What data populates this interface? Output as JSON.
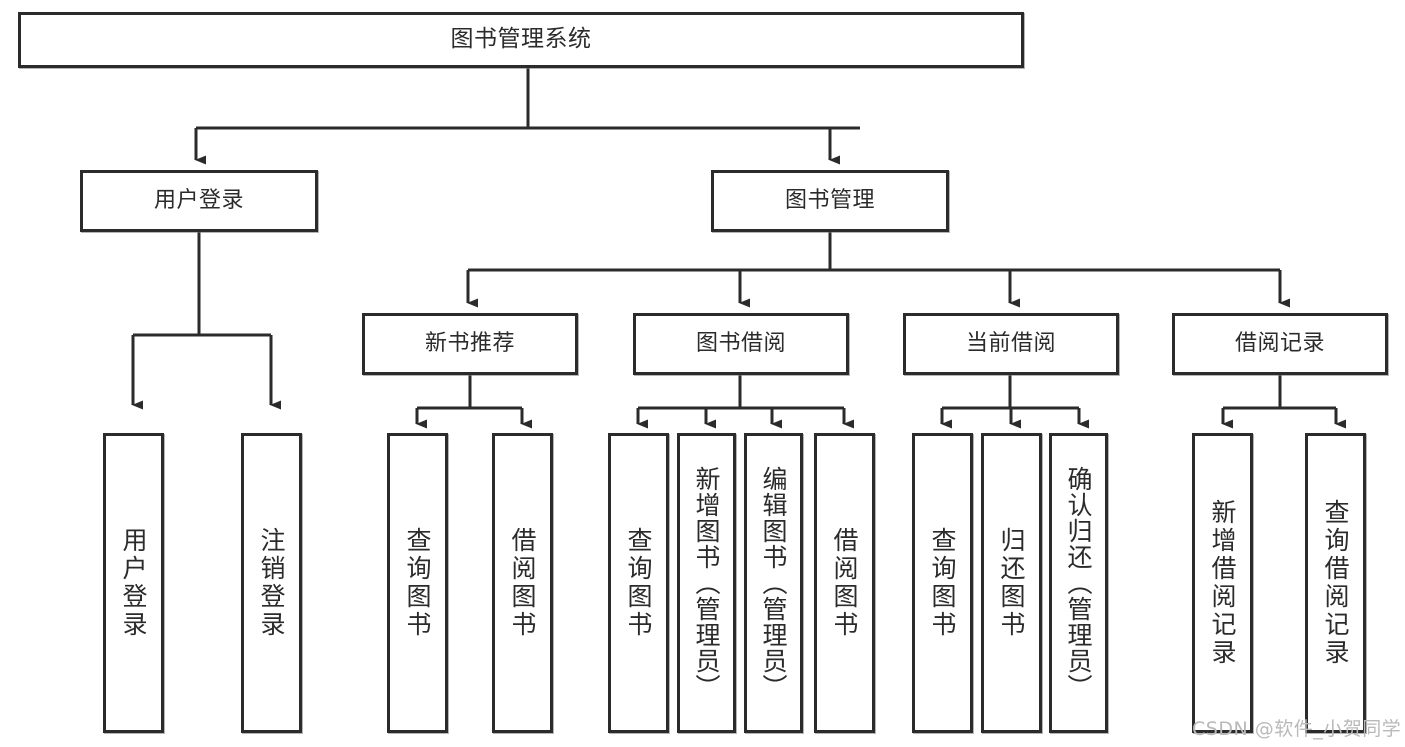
{
  "diagram": {
    "title": "图书管理系统",
    "type": "tree",
    "orientation": "top-down",
    "stroke_color": "#2b2b2b",
    "background_color": "#ffffff",
    "watermark": "CSDN @软件_小贺同学",
    "nodes": {
      "root": "图书管理系统",
      "level2": {
        "user_login": "用户登录",
        "book_manage": "图书管理"
      },
      "level3": {
        "new_book_recommend": "新书推荐",
        "book_borrow": "图书借阅",
        "current_borrow": "当前借阅",
        "borrow_record": "借阅记录"
      },
      "leaves": {
        "user_login_children": [
          "用户登录",
          "注销登录"
        ],
        "new_book_recommend_children": [
          "查询图书",
          "借阅图书"
        ],
        "book_borrow_children": [
          "查询图书",
          "新增图书（管理员）",
          "编辑图书（管理员）",
          "借阅图书"
        ],
        "current_borrow_children": [
          "查询图书",
          "归还图书",
          "确认归还（管理员）"
        ],
        "borrow_record_children": [
          "新增借阅记录",
          "查询借阅记录"
        ]
      }
    }
  }
}
